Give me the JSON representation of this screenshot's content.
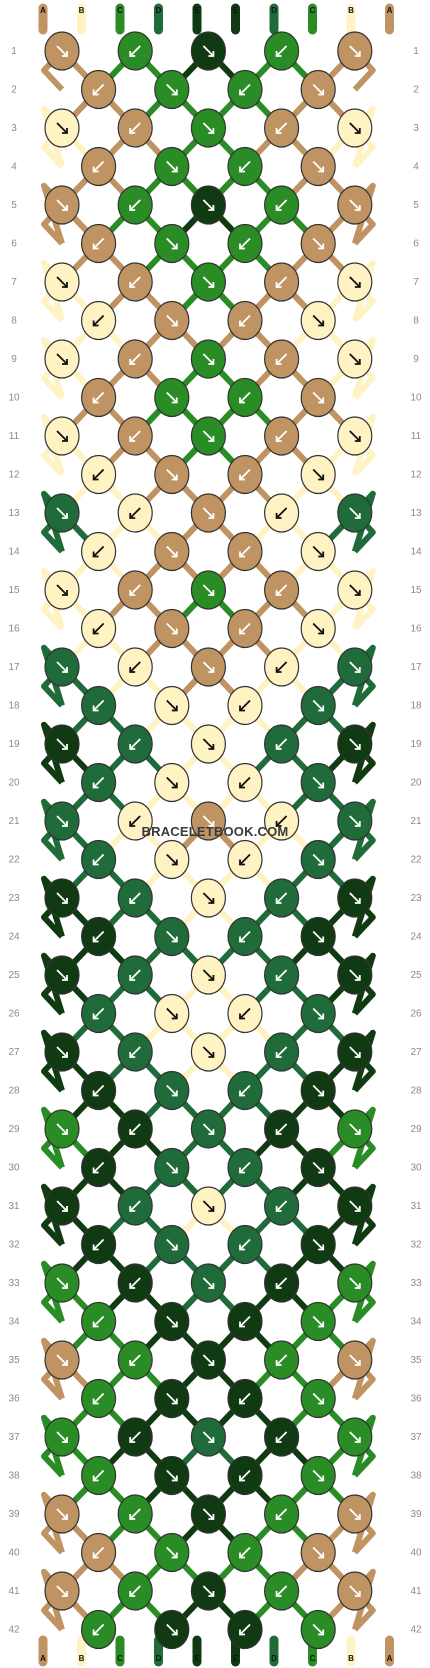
{
  "watermark": "BRACELETBOOK.COM",
  "string_letters": [
    "A",
    "B",
    "C",
    "D",
    "E",
    "E",
    "D",
    "C",
    "B",
    "A"
  ],
  "row_labels": [
    "1",
    "2",
    "3",
    "4",
    "5",
    "6",
    "7",
    "8",
    "9",
    "10",
    "11",
    "12",
    "13",
    "14",
    "15",
    "16",
    "17",
    "18",
    "19",
    "20",
    "21",
    "22",
    "23",
    "24",
    "25",
    "26",
    "27",
    "28",
    "29",
    "30",
    "31",
    "32",
    "33",
    "34",
    "35",
    "36",
    "37",
    "38",
    "39",
    "40",
    "41",
    "42"
  ],
  "colors": {
    "A": "#bf9462",
    "B": "#fff3c4",
    "C": "#2a8c25",
    "D": "#1f6b3a",
    "E": "#0f3a12"
  },
  "knots": [
    [
      "A",
      "C",
      "E",
      "C",
      "A"
    ],
    [
      "A",
      "C",
      "C",
      "A"
    ],
    [
      "B",
      "A",
      "C",
      "A",
      "B"
    ],
    [
      "A",
      "C",
      "C",
      "A"
    ],
    [
      "A",
      "C",
      "E",
      "C",
      "A"
    ],
    [
      "A",
      "C",
      "C",
      "A"
    ],
    [
      "B",
      "A",
      "C",
      "A",
      "B"
    ],
    [
      "B",
      "A",
      "A",
      "B"
    ],
    [
      "B",
      "A",
      "C",
      "A",
      "B"
    ],
    [
      "A",
      "C",
      "C",
      "A"
    ],
    [
      "B",
      "A",
      "C",
      "A",
      "B"
    ],
    [
      "B",
      "A",
      "A",
      "B"
    ],
    [
      "D",
      "B",
      "A",
      "B",
      "D"
    ],
    [
      "B",
      "A",
      "A",
      "B"
    ],
    [
      "B",
      "A",
      "C",
      "A",
      "B"
    ],
    [
      "B",
      "A",
      "A",
      "B"
    ],
    [
      "D",
      "B",
      "A",
      "B",
      "D"
    ],
    [
      "D",
      "B",
      "B",
      "D"
    ],
    [
      "E",
      "D",
      "B",
      "D",
      "E"
    ],
    [
      "D",
      "B",
      "B",
      "D"
    ],
    [
      "D",
      "B",
      "A",
      "B",
      "D"
    ],
    [
      "D",
      "B",
      "B",
      "D"
    ],
    [
      "E",
      "D",
      "B",
      "D",
      "E"
    ],
    [
      "E",
      "D",
      "D",
      "E"
    ],
    [
      "E",
      "D",
      "B",
      "D",
      "E"
    ],
    [
      "D",
      "B",
      "B",
      "D"
    ],
    [
      "E",
      "D",
      "B",
      "D",
      "E"
    ],
    [
      "E",
      "D",
      "D",
      "E"
    ],
    [
      "C",
      "E",
      "D",
      "E",
      "C"
    ],
    [
      "E",
      "D",
      "D",
      "E"
    ],
    [
      "E",
      "D",
      "B",
      "D",
      "E"
    ],
    [
      "E",
      "D",
      "D",
      "E"
    ],
    [
      "C",
      "E",
      "D",
      "E",
      "C"
    ],
    [
      "C",
      "E",
      "E",
      "C"
    ],
    [
      "A",
      "C",
      "E",
      "C",
      "A"
    ],
    [
      "C",
      "E",
      "E",
      "C"
    ],
    [
      "C",
      "E",
      "D",
      "E",
      "C"
    ],
    [
      "C",
      "E",
      "E",
      "C"
    ],
    [
      "A",
      "C",
      "E",
      "C",
      "A"
    ],
    [
      "A",
      "C",
      "C",
      "A"
    ],
    [
      "A",
      "C",
      "E",
      "C",
      "A"
    ],
    [
      "C",
      "E",
      "E",
      "C"
    ]
  ]
}
